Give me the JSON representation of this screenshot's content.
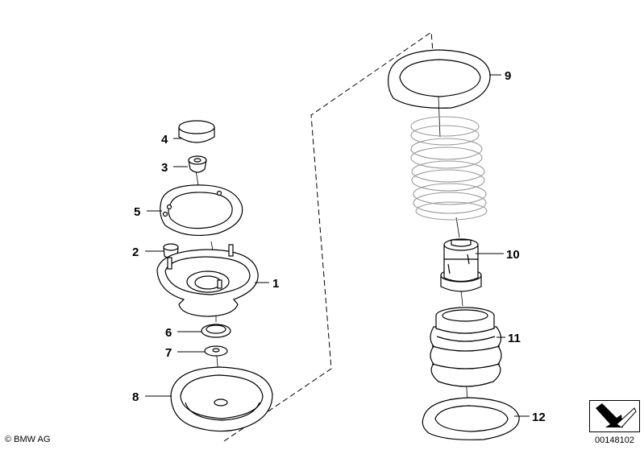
{
  "parts": [
    {
      "key": "p1",
      "number": "1"
    },
    {
      "key": "p2",
      "number": "2"
    },
    {
      "key": "p3",
      "number": "3"
    },
    {
      "key": "p4",
      "number": "4"
    },
    {
      "key": "p5",
      "number": "5"
    },
    {
      "key": "p6",
      "number": "6"
    },
    {
      "key": "p7",
      "number": "7"
    },
    {
      "key": "p8",
      "number": "8"
    },
    {
      "key": "p9",
      "number": "9"
    },
    {
      "key": "p10",
      "number": "10"
    },
    {
      "key": "p11",
      "number": "11"
    },
    {
      "key": "p12",
      "number": "12"
    }
  ],
  "footer": {
    "copyright": "© BMW AG",
    "diagram_id": "00148102"
  },
  "icons": {
    "navigation": "arrow-right-down-icon"
  },
  "colors": {
    "line": "#000000",
    "spring": "#9a9a9a",
    "background": "#ffffff"
  }
}
